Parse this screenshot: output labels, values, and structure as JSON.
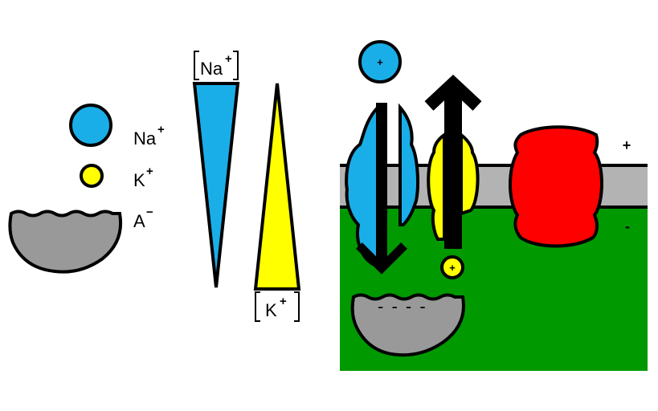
{
  "legend": {
    "items": [
      {
        "symbol": "Na",
        "charge": "+"
      },
      {
        "symbol": "K",
        "charge": "+"
      },
      {
        "symbol": "A",
        "charge": "−"
      }
    ]
  },
  "gradients": {
    "sodium": {
      "label": "Na",
      "charge": "+"
    },
    "potassium": {
      "label": "K",
      "charge": "+"
    }
  },
  "membrane": {
    "outside_sign": "+",
    "inside_sign": "-",
    "ion_sign": "+",
    "anion_charges": "- - - -"
  },
  "colors": {
    "sodium": "#1aaee8",
    "potassium": "#ffff00",
    "anion": "#999999",
    "pump": "#ff0000",
    "cytoplasm": "#009900",
    "membrane": "#b3b3b3"
  }
}
